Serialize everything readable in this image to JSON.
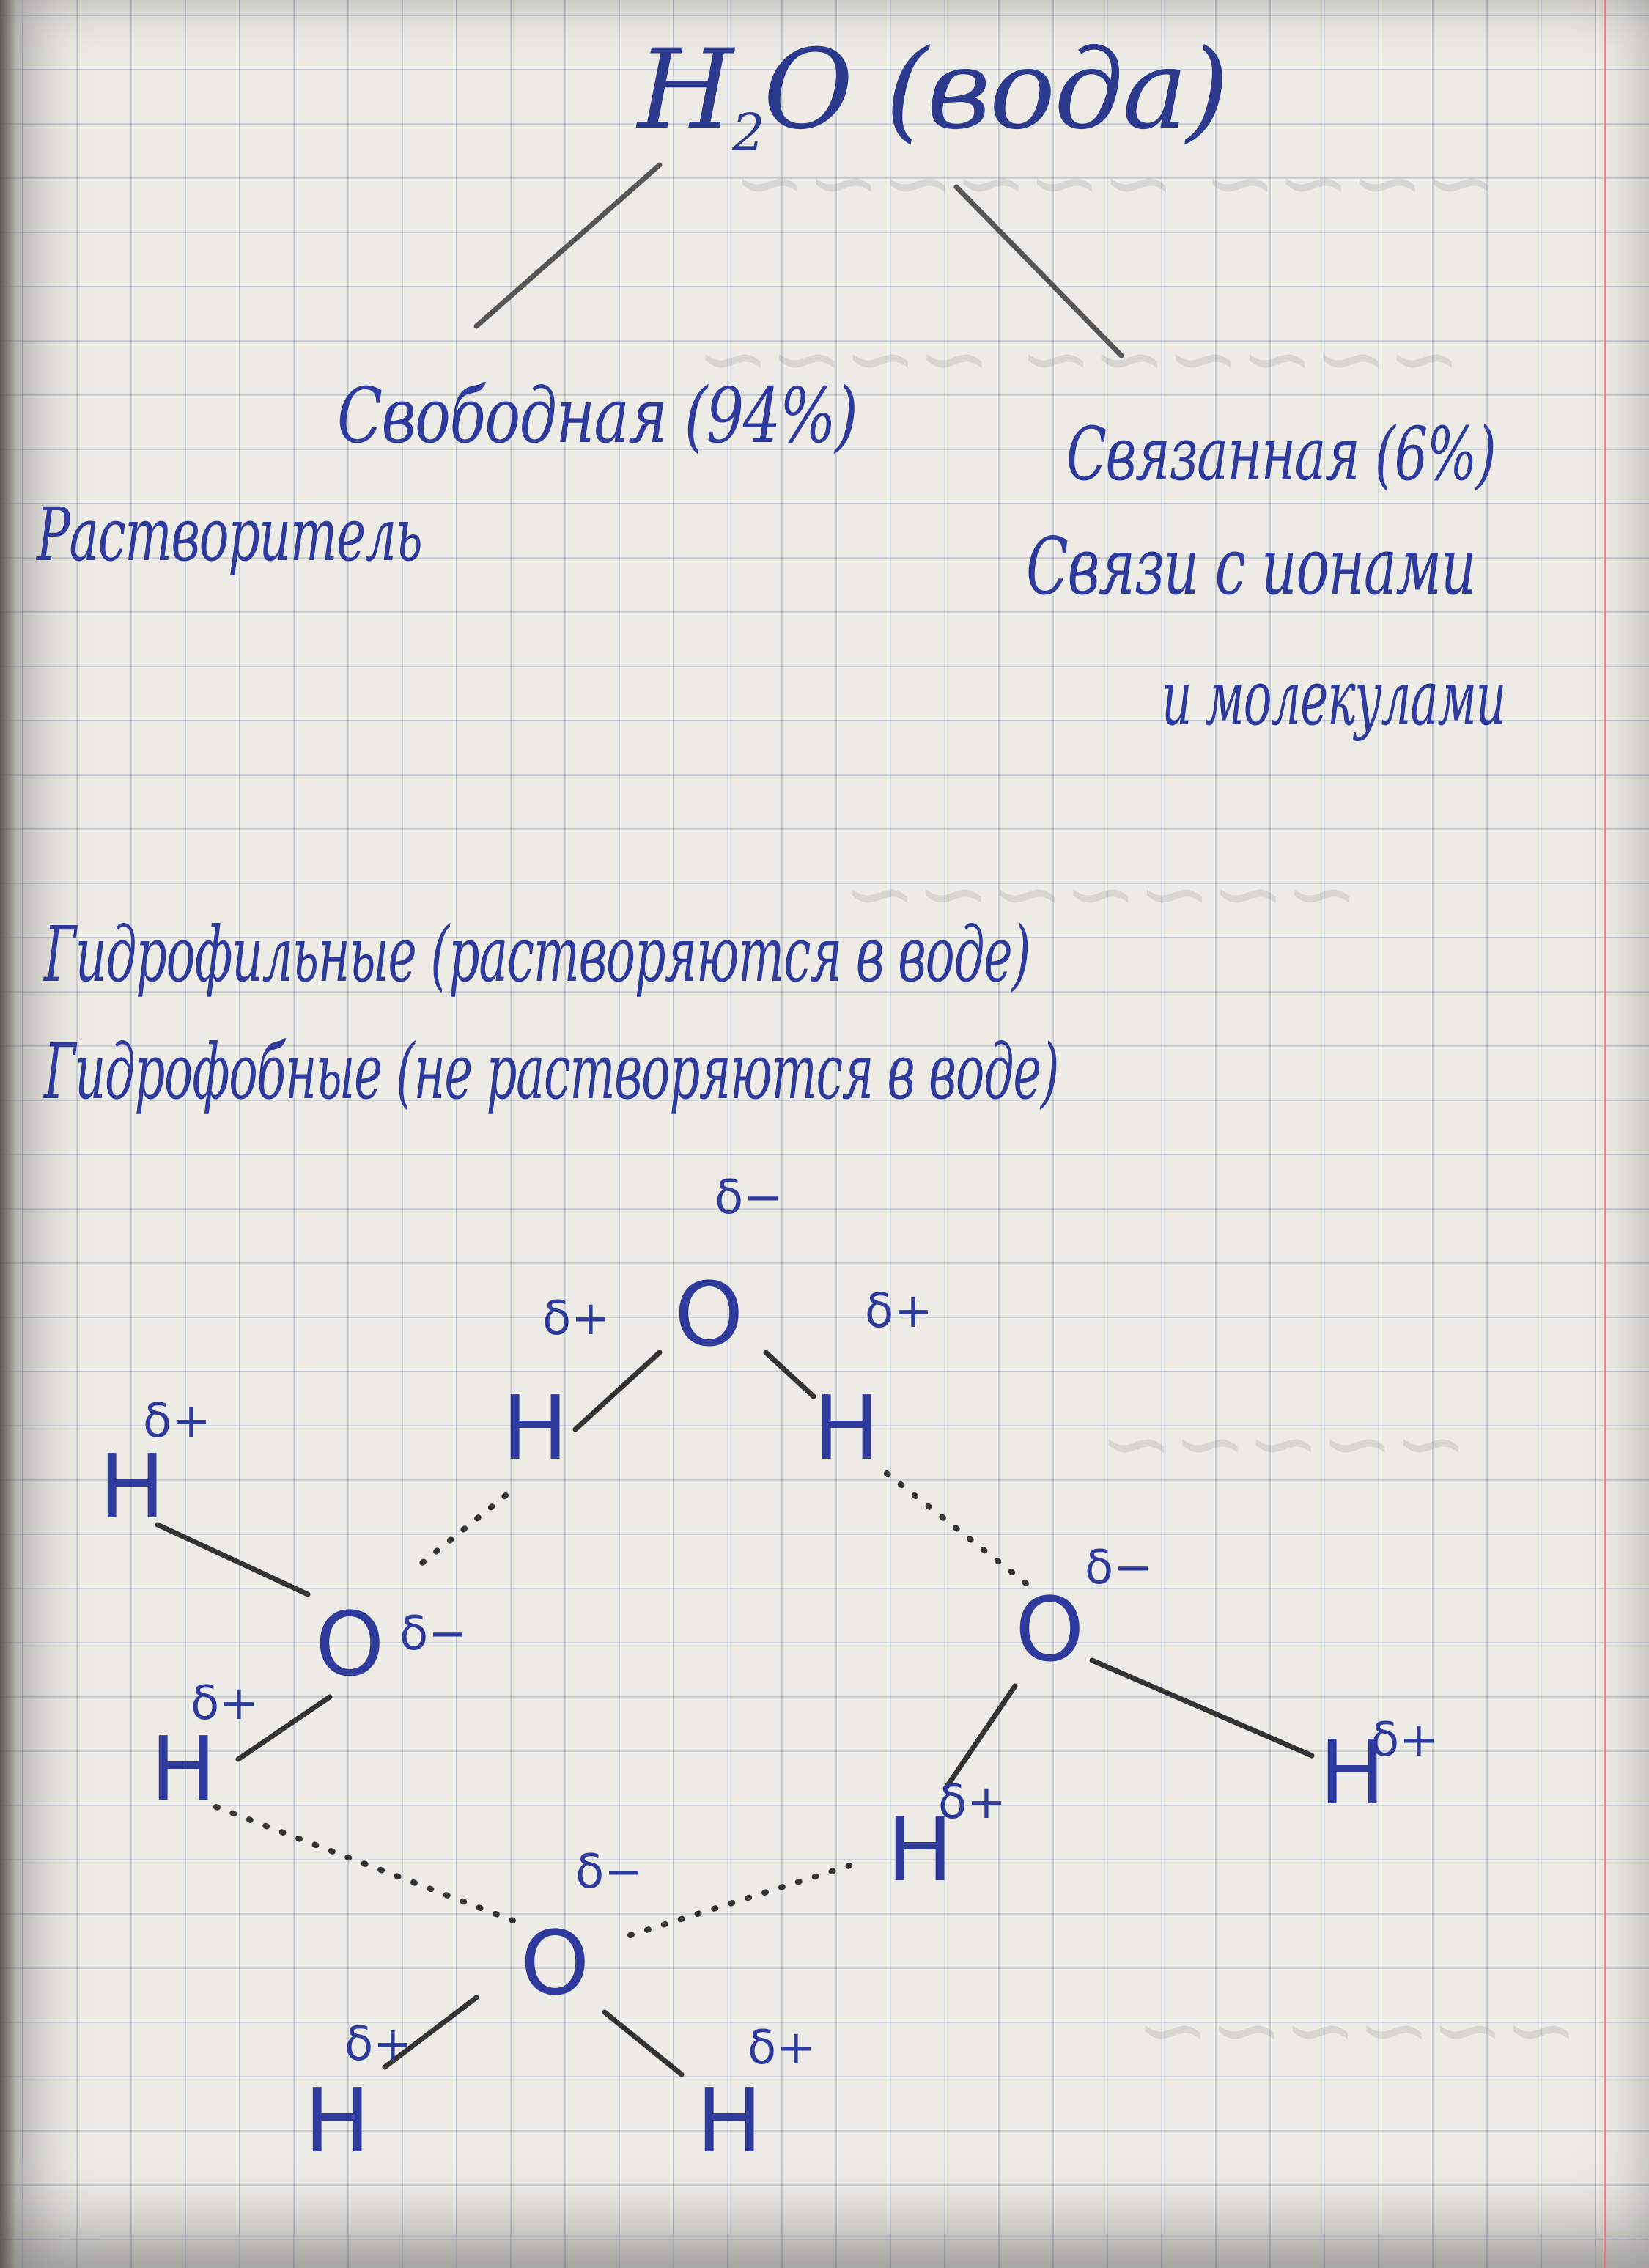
{
  "note": {
    "title_main": "H",
    "title_sub": "2",
    "title_rest": "O (вода)",
    "branch_left": "Свободная (94%)",
    "branch_right": "Связанная (6%)",
    "left_desc": "Растворитель",
    "right_desc_line1": "Связи с ионами",
    "right_desc_line2": "и молекулами",
    "hydrophilic": "Гидрофильные (растворяются в воде)",
    "hydrophobic": "Гидрофобные (не растворяются в воде)"
  },
  "molecules": {
    "oxygen": "O",
    "hydrogen": "H",
    "charge_negative": "δ−",
    "charge_positive": "δ+"
  },
  "colors": {
    "ink": "#2e3a9c",
    "pencil": "#555555",
    "grid": "#6e87af",
    "margin": "#d66e6e"
  }
}
